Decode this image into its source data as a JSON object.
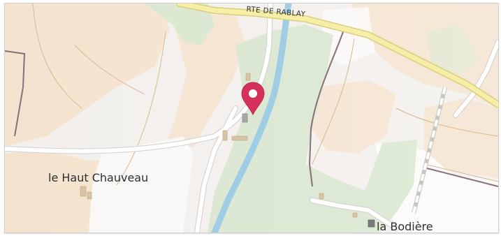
{
  "map": {
    "road_label": "RTE DE RABLAY",
    "places": {
      "haut_chauveau": "le Haut Chauveau",
      "bodiere": "la Bodière"
    },
    "marker": {
      "icon": "map-pin-icon",
      "color": "#d6315b"
    },
    "colors": {
      "farmland": "#f4e3cf",
      "woodland": "#d9e6cf",
      "water": "#9fcde6",
      "major_road": "#f7efa8",
      "road": "#ffffff",
      "boundary": "#8a6e78"
    }
  }
}
